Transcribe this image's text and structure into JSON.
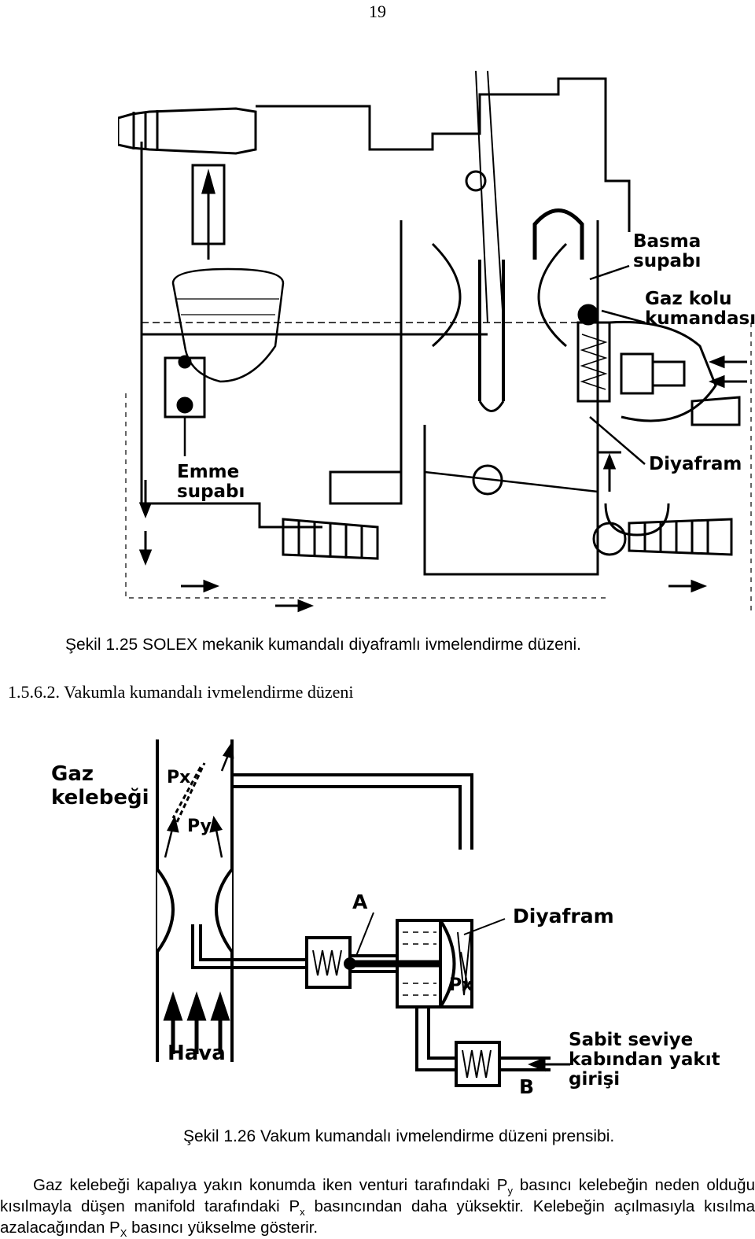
{
  "page_number": "19",
  "figure1": {
    "labels": {
      "basma_supabi": "Basma\nsupabı",
      "gaz_kolu_kumandasi": "Gaz kolu\nkumandası",
      "diyafram": "Diyafram",
      "emme_supabi": "Emme\nsupabı"
    },
    "caption": "Şekil 1.25 SOLEX mekanik kumandalı diyaframlı ivmelendirme düzeni."
  },
  "section_heading": "1.5.6.2. Vakumla kumandalı ivmelendirme düzeni",
  "figure2": {
    "labels": {
      "gaz_kelebegi": "Gaz\nkelebeği",
      "px_top": "Px",
      "py": "Py",
      "a": "A",
      "diyafram": "Diyafram",
      "px_chamber": "Px",
      "hava": "Hava",
      "sabit_seviye": "Sabit seviye\nkabından yakıt\ngirişi",
      "b": "B"
    },
    "caption": "Şekil 1.26 Vakum kumandalı ivmelendirme düzeni prensibi."
  },
  "paragraph": {
    "part1": "Gaz kelebeği kapalıya yakın konumda iken venturi tarafındaki P",
    "sub1": "y",
    "part2": " basıncı kelebeğin neden olduğu kısılmayla düşen manifold tarafındaki P",
    "sub2": "x",
    "part3": " basıncından daha yüksektir. Kelebeğin açılmasıyla kısılma azalacağından P",
    "sub3": "X",
    "part4": " basıncı yükselme gösterir."
  }
}
